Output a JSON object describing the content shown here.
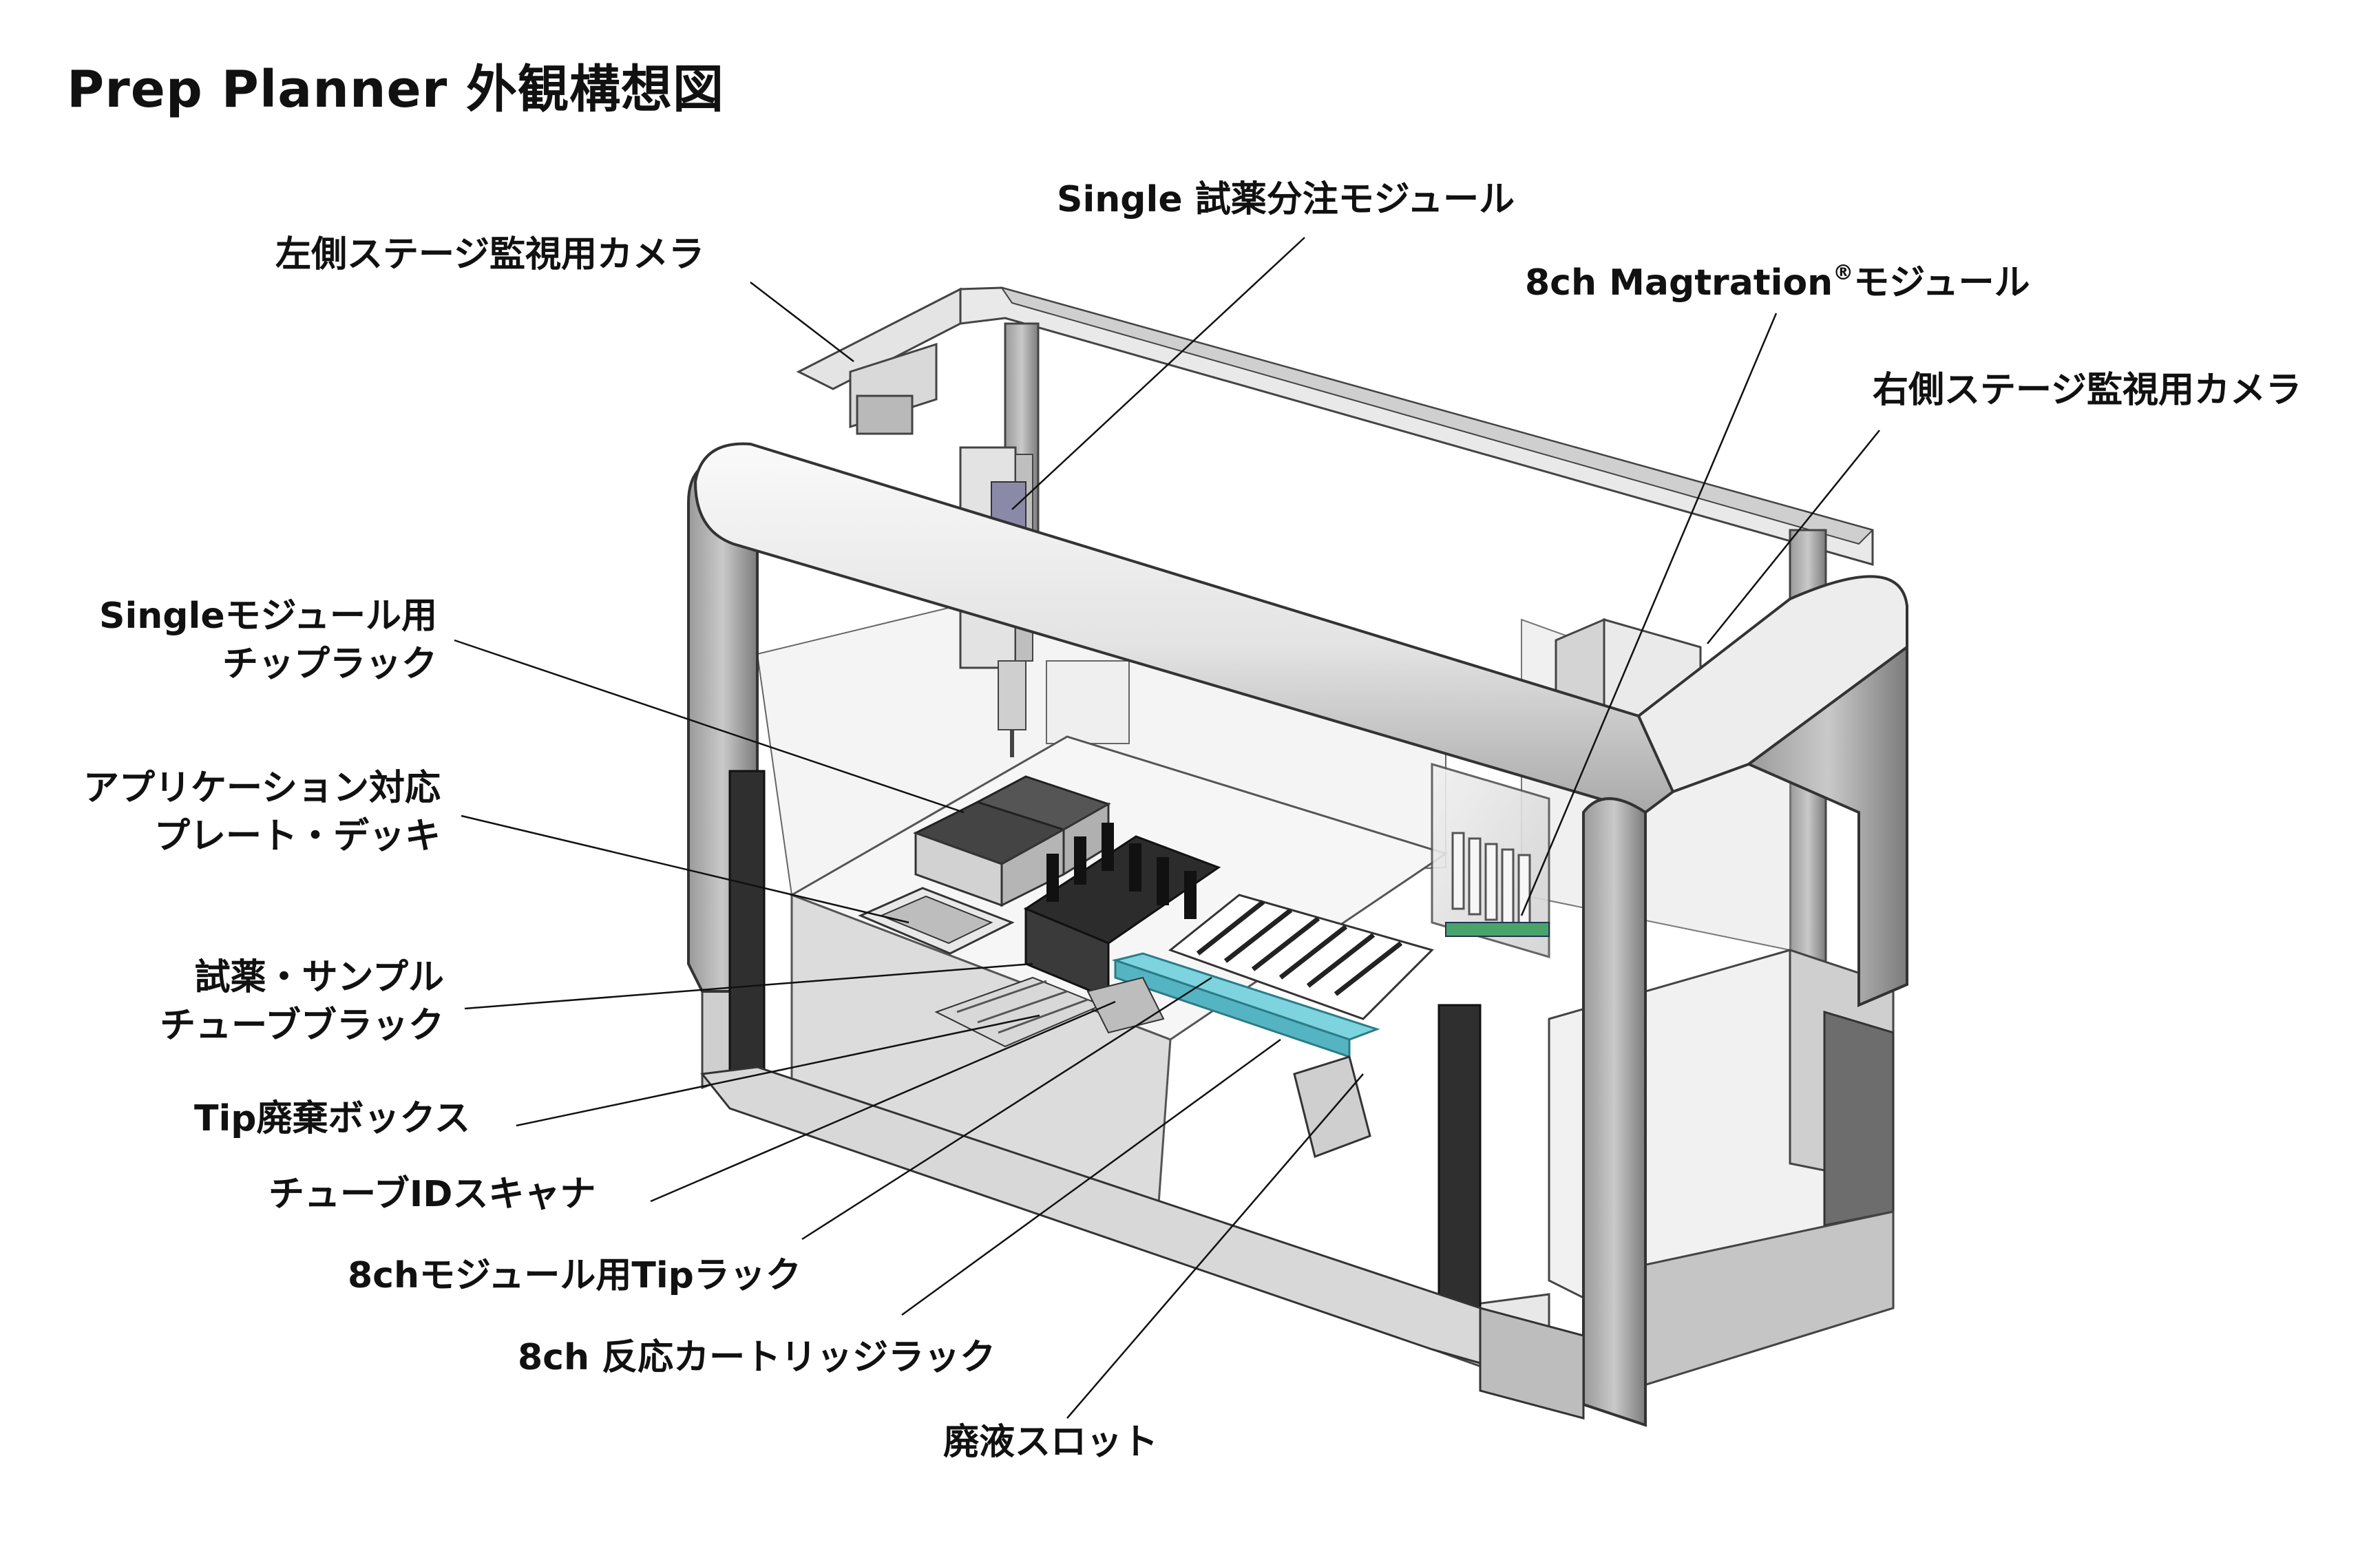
{
  "title": "Prep Planner  外観構想図",
  "labels": {
    "left_camera": "左側ステージ監視用カメラ",
    "single_module": "Single 試薬分注モジュール",
    "magtration_main": "8ch Magtration",
    "magtration_mark": "®",
    "magtration_suffix": "モジュール",
    "right_camera": "右側ステージ監視用カメラ",
    "single_tip_rack_l1": "Singleモジュール用",
    "single_tip_rack_l2": "チップラック",
    "plate_deck_l1": "アプリケーション対応",
    "plate_deck_l2": "プレート・デッキ",
    "tube_rack_l1": "試薬・サンプル",
    "tube_rack_l2": "チューブブラック",
    "tip_waste": "Tip廃棄ボックス",
    "tube_scanner": "チューブIDスキャナ",
    "tip_rack_8ch": "8chモジュール用Tipラック",
    "cartridge_rack": "8ch 反応カートリッジラック",
    "waste_slot": "廃液スロット"
  }
}
